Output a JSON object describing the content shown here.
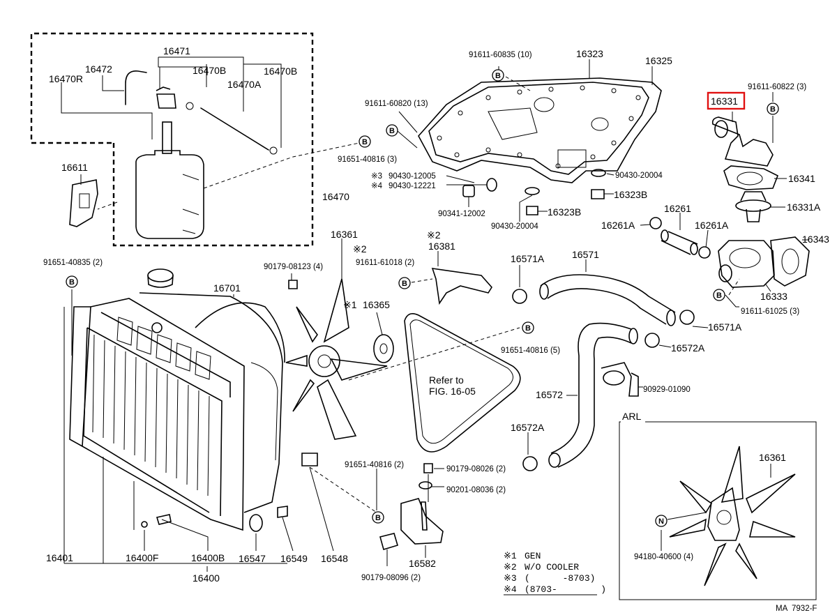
{
  "labels": {
    "p16471": "16471",
    "p16472": "16472",
    "p16470R": "16470R",
    "p16470B_1": "16470B",
    "p16470B_2": "16470B",
    "p16470A": "16470A",
    "p16470": "16470",
    "p16611": "16611",
    "p91651_40816_3": "91651-40816 (3)",
    "p91611_60835": "91611-60835 (10)",
    "p16323": "16323",
    "p16325": "16325",
    "p91611_60820": "91611-60820 (13)",
    "p90430_12005": "90430-12005",
    "p90430_12221": "90430-12221",
    "p90430_20004_a": "90430-20004",
    "p16323B_a": "16323B",
    "p90341_12002": "90341-12002",
    "p16323B_b": "16323B",
    "p90430_20004_b": "90430-20004",
    "p91611_60822": "91611-60822 (3)",
    "p16331": "16331",
    "p16341": "16341",
    "p16331A": "16331A",
    "p16261": "16261",
    "p16261A_1": "16261A",
    "p16261A_2": "16261A",
    "p16343": "16343",
    "p16333": "16333",
    "p91611_61025": "91611-61025 (3)",
    "p91651_40835": "91651-40835 (2)",
    "p90179_08123": "90179-08123 (4)",
    "p16361_main": "16361",
    "p91611_61018": "91611-61018 (2)",
    "p16381": "16381",
    "p16571A_1": "16571A",
    "p16571": "16571",
    "p16571A_2": "16571A",
    "p16701": "16701",
    "p16365": "16365",
    "p91651_40816_5": "91651-40816 (5)",
    "p16572A_1": "16572A",
    "refer_1": "Refer to",
    "refer_2": "FIG. 16-05",
    "p16572": "16572",
    "p90929_01090": "90929-01090",
    "arl": "ARL",
    "p16572A_2": "16572A",
    "p16361_arl": "16361",
    "p91651_40816_2": "91651-40816 (2)",
    "p90179_08026": "90179-08026 (2)",
    "p90201_08036": "90201-08036 (2)",
    "p94180_40600": "94180-40600 (4)",
    "p16401": "16401",
    "p16400F": "16400F",
    "p16400B": "16400B",
    "p16547": "16547",
    "p16549": "16549",
    "p16548": "16548",
    "p16582": "16582",
    "p16400": "16400",
    "p90179_08096": "90179-08096 (2)",
    "mark_2a": "※2",
    "mark_2b": "※2",
    "mark_1": "※1",
    "mark_3": "※3",
    "mark_4": "※4",
    "footer": "MA  7932-F"
  },
  "badges": {
    "bolt": "B",
    "nut": "N"
  },
  "legend": [
    {
      "mark": "※1",
      "text": "GEN"
    },
    {
      "mark": "※2",
      "text": "W/O  COOLER"
    },
    {
      "mark": "※3",
      "text": "(      -8703)"
    },
    {
      "mark": "※4",
      "text": "(8703-        )"
    }
  ],
  "highlight_color": "#e01010"
}
